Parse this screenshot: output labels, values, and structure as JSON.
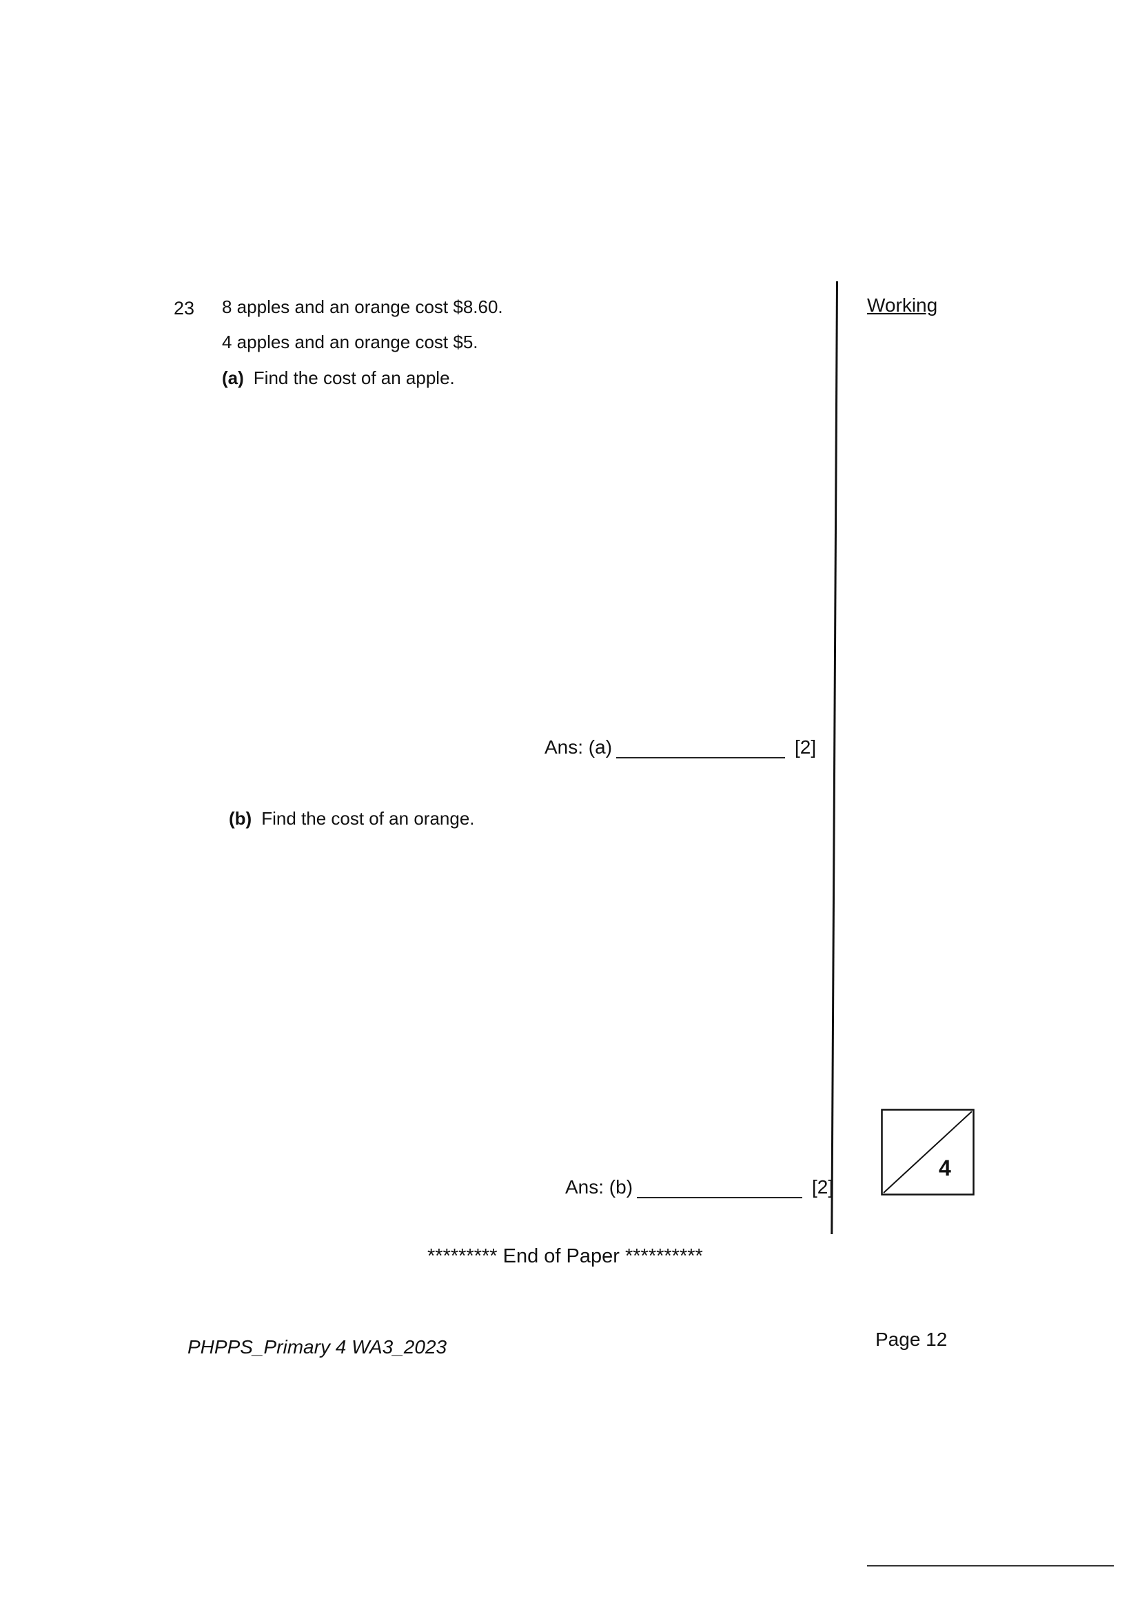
{
  "question": {
    "number": "23",
    "line1": "8 apples and an orange cost $8.60.",
    "line2": "4 apples and an orange cost $5.",
    "part_a": {
      "label": "(a)",
      "text": "Find the cost of an apple."
    },
    "part_b": {
      "label": "(b)",
      "text": "Find the cost of an orange."
    }
  },
  "answers": {
    "a": {
      "label": "Ans: (a)",
      "marks": "[2]"
    },
    "b": {
      "label": "Ans: (b)",
      "marks": "[2]"
    }
  },
  "working_label": "Working",
  "score_box": {
    "total": "4"
  },
  "end_text": "********* End of Paper **********",
  "footer": {
    "left": "PHPPS_Primary 4 WA3_2023",
    "right": "Page 12"
  }
}
